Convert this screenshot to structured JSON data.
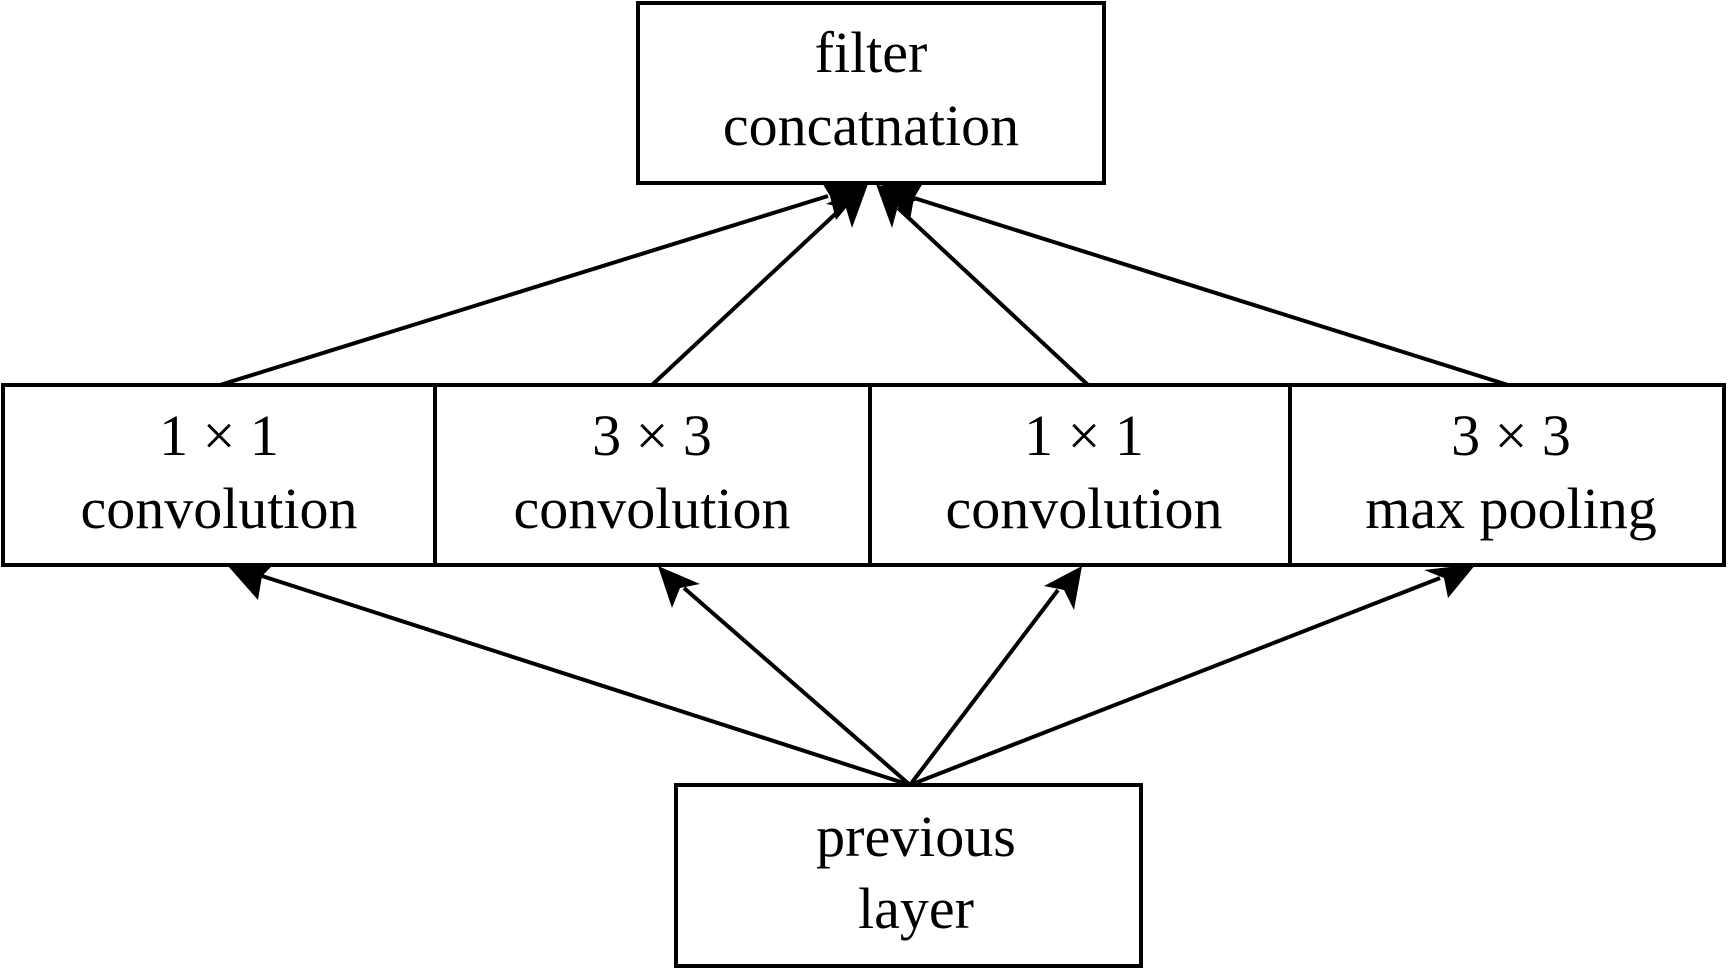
{
  "diagram": {
    "nodes": {
      "concat": {
        "line1": "filter",
        "line2": "concatnation"
      },
      "conv1x1_a": {
        "line1": "1 × 1",
        "line2": "convolution"
      },
      "conv3x3": {
        "line1": "3 × 3",
        "line2": "convolution"
      },
      "conv1x1_b": {
        "line1": "1 × 1",
        "line2": "convolution"
      },
      "maxpool": {
        "line1": "3 × 3",
        "line2": "max pooling"
      },
      "previous": {
        "line1": "previous",
        "line2": "layer"
      }
    },
    "edges": [
      {
        "from": "previous",
        "to": "conv1x1_a"
      },
      {
        "from": "previous",
        "to": "conv3x3"
      },
      {
        "from": "previous",
        "to": "conv1x1_b"
      },
      {
        "from": "previous",
        "to": "maxpool"
      },
      {
        "from": "conv1x1_a",
        "to": "concat"
      },
      {
        "from": "conv3x3",
        "to": "concat"
      },
      {
        "from": "conv1x1_b",
        "to": "concat"
      },
      {
        "from": "maxpool",
        "to": "concat"
      }
    ],
    "colors": {
      "stroke": "#000000",
      "background": "#ffffff"
    }
  }
}
